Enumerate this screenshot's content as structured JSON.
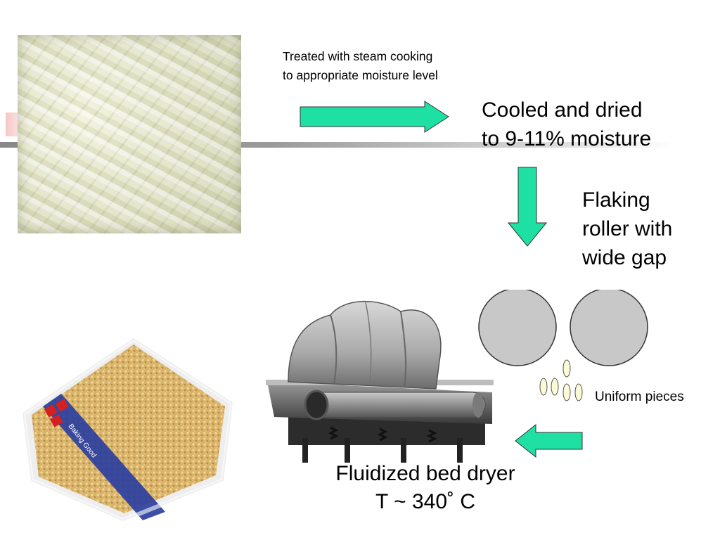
{
  "steps": {
    "steam_line1": "Treated with steam cooking",
    "steam_line2": "to appropriate moisture level",
    "cooled_line1": "Cooled and dried",
    "cooled_line2": "to 9-11% moisture",
    "flaking_line1": "Flaking",
    "flaking_line2": "roller with",
    "flaking_line3": "wide gap",
    "pieces": "Uniform pieces",
    "dryer_line1": "Fluidized bed dryer",
    "dryer_line2": "T ~ 340˚ C"
  },
  "bag": {
    "label": "Baking Good"
  },
  "colors": {
    "arrow_fill": "#1fe0a3",
    "roller_fill": "#c8c8c8",
    "flake_fill": "#fbfbd6"
  },
  "icons": {
    "rice": "rice-grains-photo",
    "bag": "flakes-bag-photo",
    "dryer": "fluidized-bed-dryer-photo"
  }
}
